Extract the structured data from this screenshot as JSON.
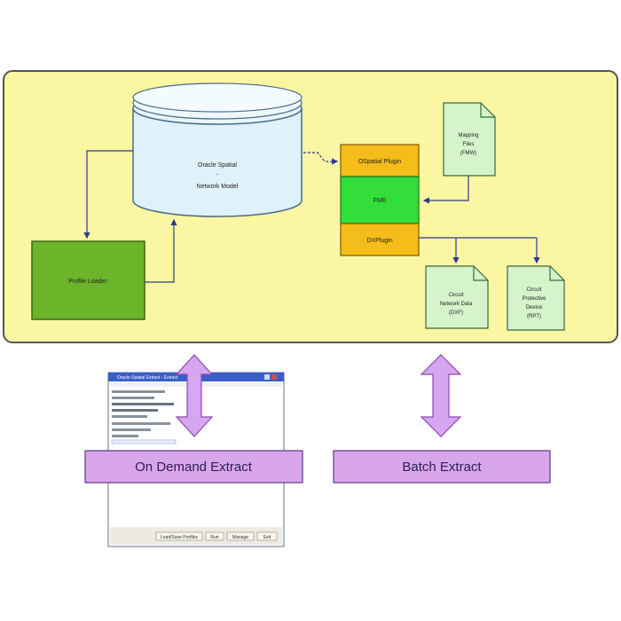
{
  "database": {
    "line1": "Oracle Spatial",
    "line2": "-",
    "line3": "Network Model"
  },
  "profile_loader": {
    "label": "Profile Loader"
  },
  "plugins": {
    "oracle_plugin": "OSpatial Plugin",
    "fme": "FME",
    "output_plugin": "DXPlugin"
  },
  "mapping_files": {
    "line1": "Mapping",
    "line2": "Files",
    "line3": "(FMW)"
  },
  "outputs": {
    "circuit_network": {
      "line1": "Circuit",
      "line2": "Network Data",
      "line3": "(DXF)"
    },
    "circuit_protective": {
      "line1": "Circuit",
      "line2": "Protective",
      "line3": "Device",
      "line4": "(RPT)"
    }
  },
  "dialog": {
    "title": "Oracle Spatial Extract - Extract",
    "buttons": [
      "Load/Save Profiles",
      "Run",
      "Manage",
      "Exit"
    ]
  },
  "on_demand_label": "On Demand Extract",
  "batch_label": "Batch Extract",
  "colors": {
    "panel_fill": "#fbf6a2",
    "plugin_orange": "#f5bd1a",
    "fme_green": "#33dd3a",
    "loader_green": "#6cb42a",
    "doc_green": "#d5f4cc",
    "arrow_purple": "#d6a6f0",
    "bar_purple": "#d9a6ee",
    "cylinder": "#dff1fa"
  }
}
